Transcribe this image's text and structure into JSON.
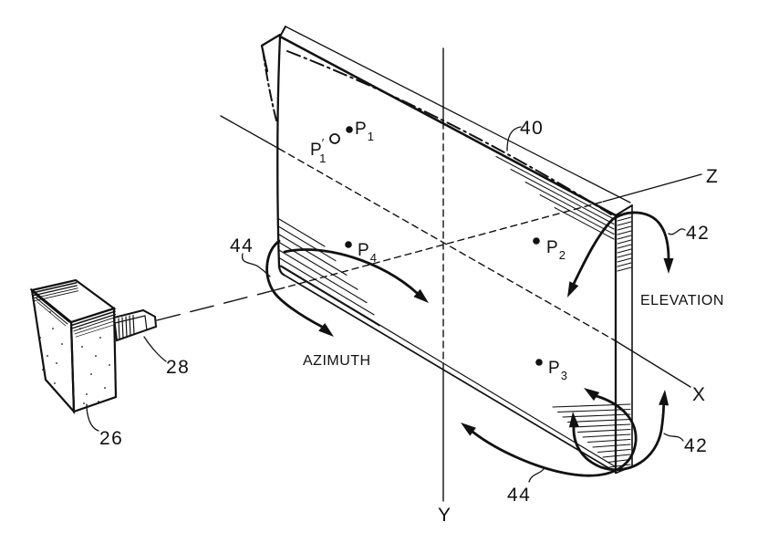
{
  "figure": {
    "background": "#ffffff",
    "ink": "#111111",
    "board_ref": "40",
    "projector_ref": "26",
    "emitter_ref": "28",
    "elevation_ref_top": "42",
    "elevation_ref_bottom": "42",
    "azimuth_ref_top": "44",
    "azimuth_ref_bottom": "44",
    "axis_labels": {
      "x": "X",
      "y": "Y",
      "z": "Z"
    },
    "rotation_text": {
      "elevation": "ELEVATION",
      "azimuth": "AZIMUTH"
    },
    "points": {
      "p1": {
        "base": "P",
        "sub": "1"
      },
      "p1p": {
        "base": "P",
        "prime": "′",
        "sub": "1"
      },
      "p2": {
        "base": "P",
        "sub": "2"
      },
      "p3": {
        "base": "P",
        "sub": "3"
      },
      "p4": {
        "base": "P",
        "sub": "4"
      }
    }
  }
}
